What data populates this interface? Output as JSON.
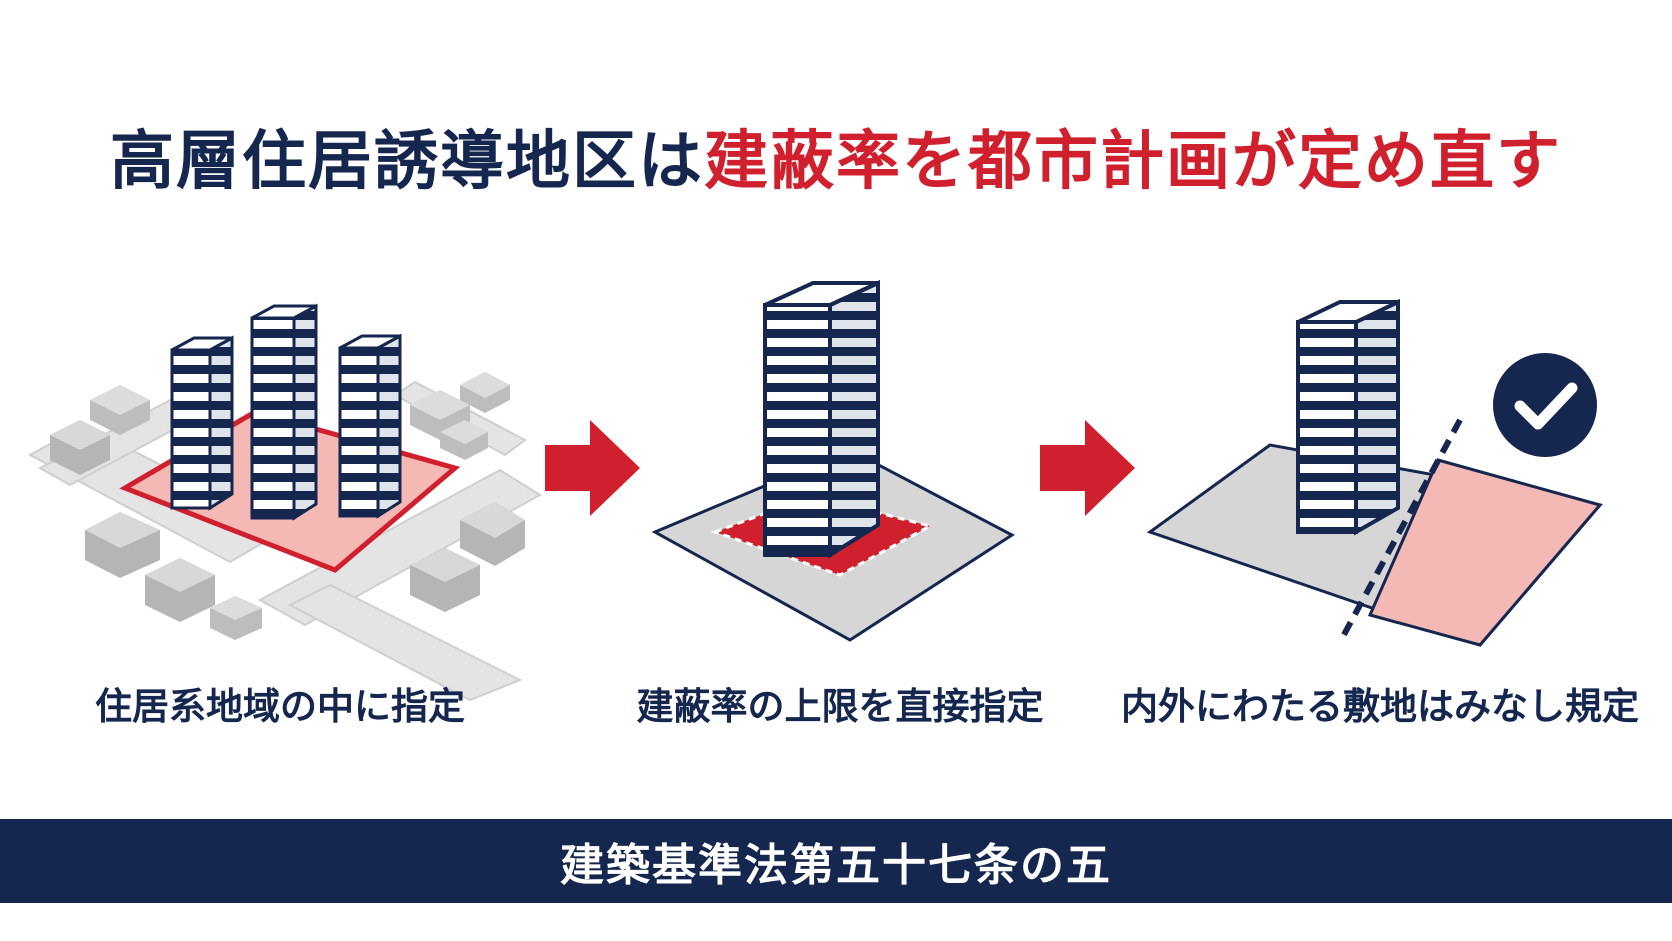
{
  "title": {
    "part_navy": "高層住居誘導地区は",
    "part_red": "建蔽率を都市計画が定め直す"
  },
  "panels": [
    {
      "caption": "住居系地域の中に指定",
      "icon": "residential-area-with-towers-illustration"
    },
    {
      "caption": "建蔽率の上限を直接指定",
      "icon": "tower-on-lot-with-coverage-area-illustration"
    },
    {
      "caption": "内外にわたる敷地はみなし規定",
      "icon": "lot-crossing-boundary-illustration"
    }
  ],
  "arrows": [
    "arrow-right-icon",
    "arrow-right-icon"
  ],
  "check_icon": "check-circle-icon",
  "footer": {
    "text": "建築基準法第五十七条の五"
  },
  "colors": {
    "navy": "#15264f",
    "red": "#d0202e",
    "pink": "#f4b9b4",
    "gray": "#d6d6d6",
    "road": "#e4e4e4"
  }
}
